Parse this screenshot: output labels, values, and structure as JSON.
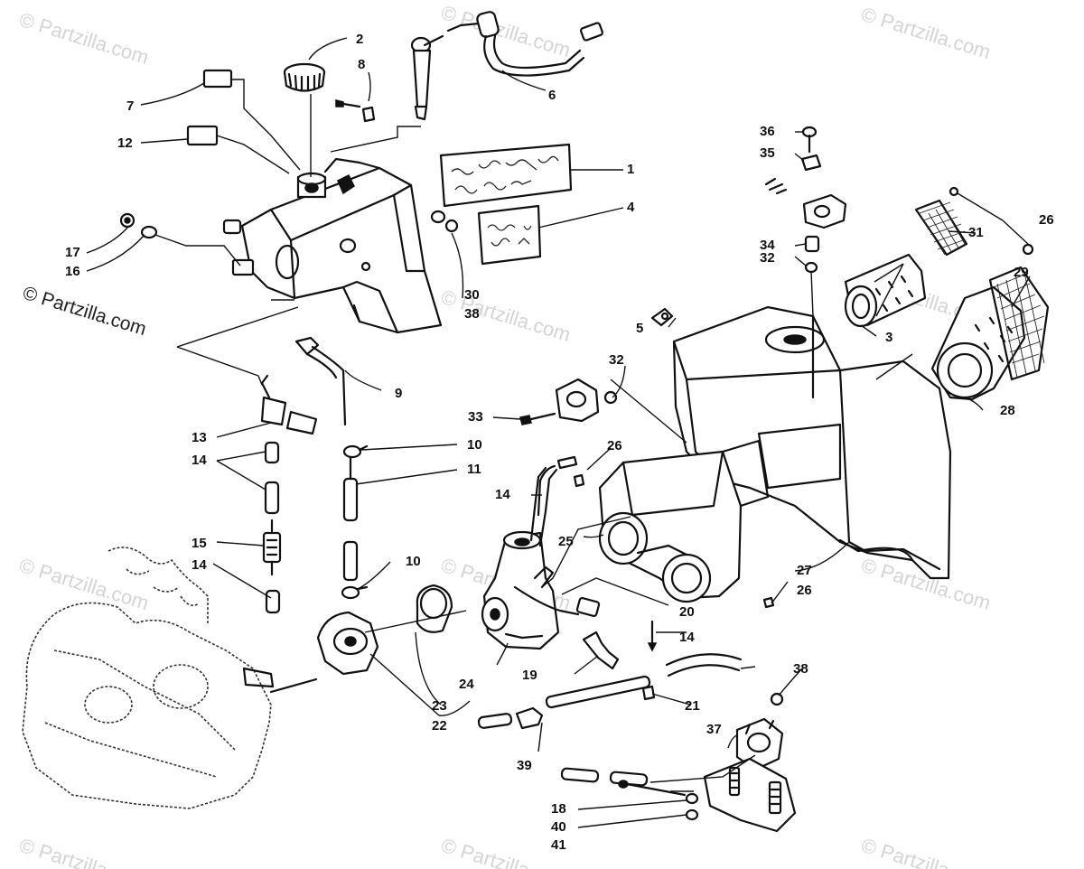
{
  "watermarks": {
    "faint": "© Partzilla.com",
    "main": "© Partzilla.com"
  },
  "callouts": [
    "1",
    "2",
    "3",
    "4",
    "5",
    "6",
    "7",
    "8",
    "9",
    "10",
    "10",
    "11",
    "12",
    "13",
    "14",
    "14",
    "14",
    "14",
    "15",
    "16",
    "17",
    "18",
    "19",
    "20",
    "21",
    "22",
    "23",
    "24",
    "25",
    "26",
    "26",
    "26",
    "27",
    "28",
    "29",
    "30",
    "31",
    "32",
    "32",
    "33",
    "34",
    "35",
    "36",
    "37",
    "38",
    "38",
    "39",
    "40",
    "41"
  ],
  "colors": {
    "ink": "#111111",
    "watermark": "#d4d4d4",
    "background": "#ffffff"
  }
}
